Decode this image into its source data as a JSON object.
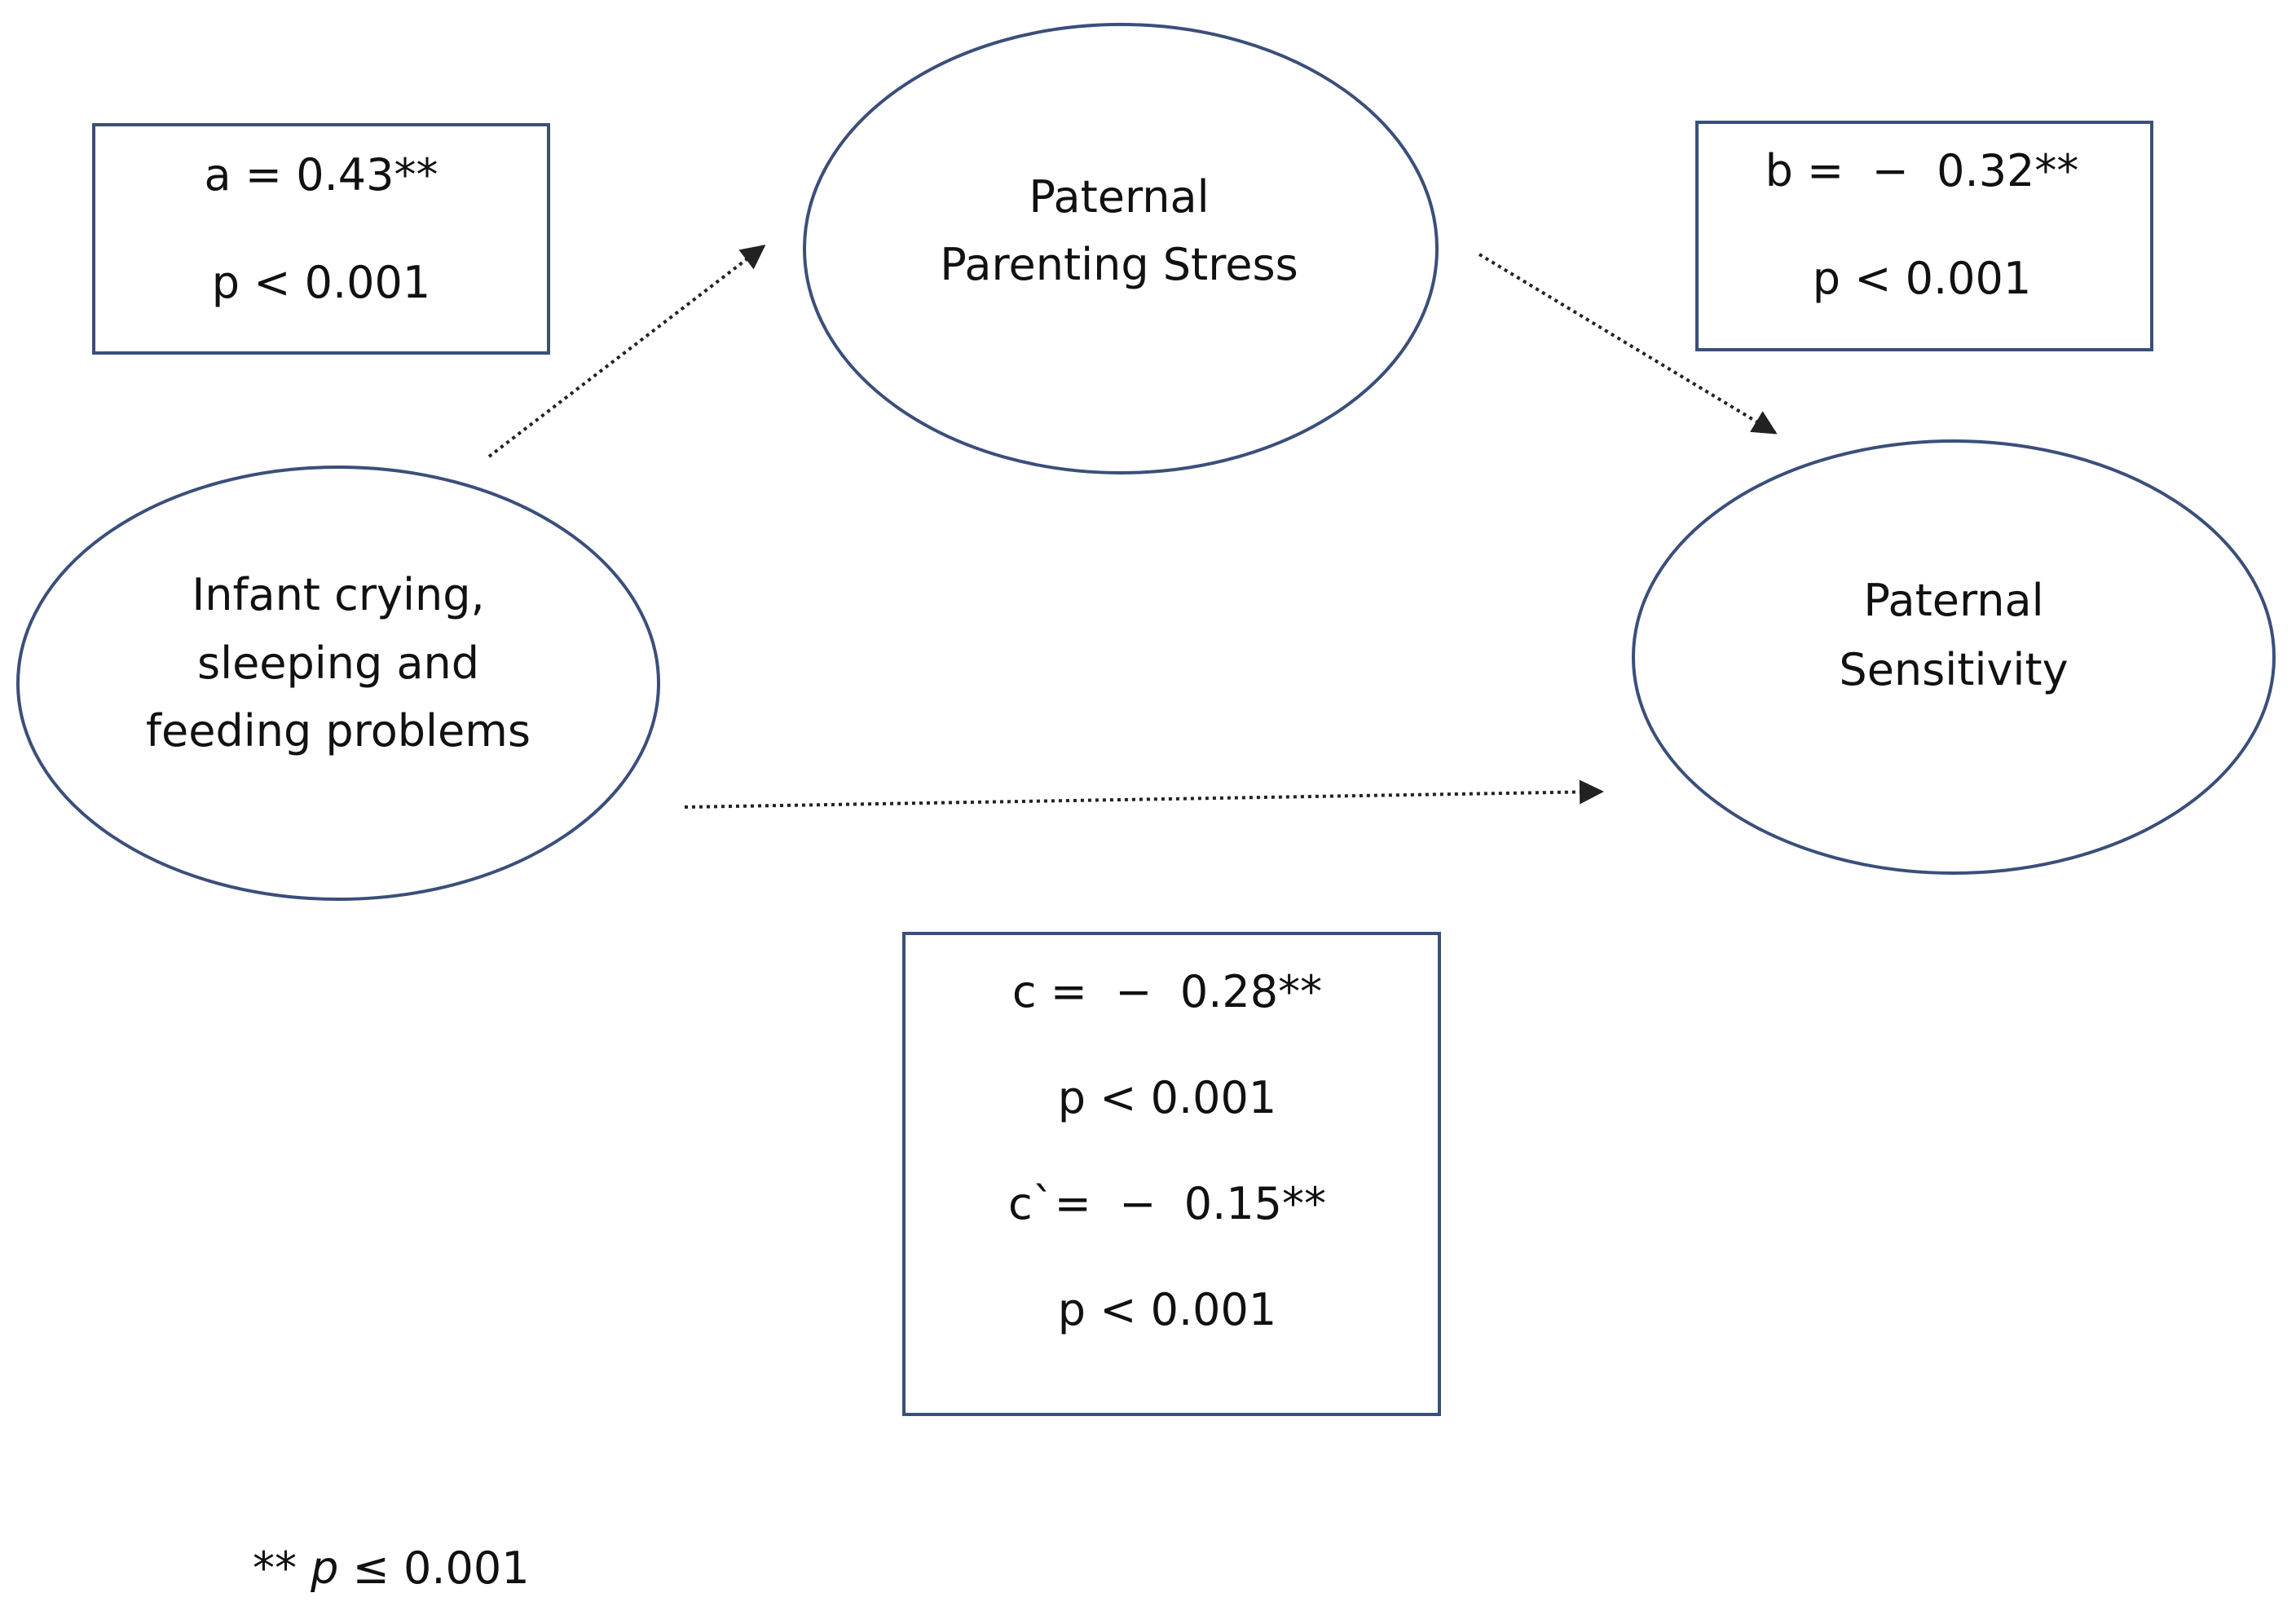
{
  "colors": {
    "outline": "#3a4f7a",
    "arrow": "#222222",
    "text": "#111111",
    "background": "#ffffff"
  },
  "nodes": {
    "stress": {
      "line1": "Paternal",
      "line2": "Parenting Stress"
    },
    "infant": {
      "line1": "Infant crying,",
      "line2": "sleeping and",
      "line3": "feeding problems"
    },
    "sensitivity": {
      "line1": "Paternal",
      "line2": "Sensitivity"
    }
  },
  "paths": {
    "a": {
      "coef": "a = 0.43**",
      "p": "p < 0.001"
    },
    "b": {
      "coef": "b =  −  0.32**",
      "p": "p < 0.001"
    },
    "c": {
      "coef": "c =  −  0.28**",
      "p": "p < 0.001",
      "coef_direct": "c`=  −  0.15**",
      "p_direct": "p < 0.001"
    }
  },
  "note": {
    "stars": "** ",
    "p": "p",
    "rest": " ≤ 0.001"
  }
}
